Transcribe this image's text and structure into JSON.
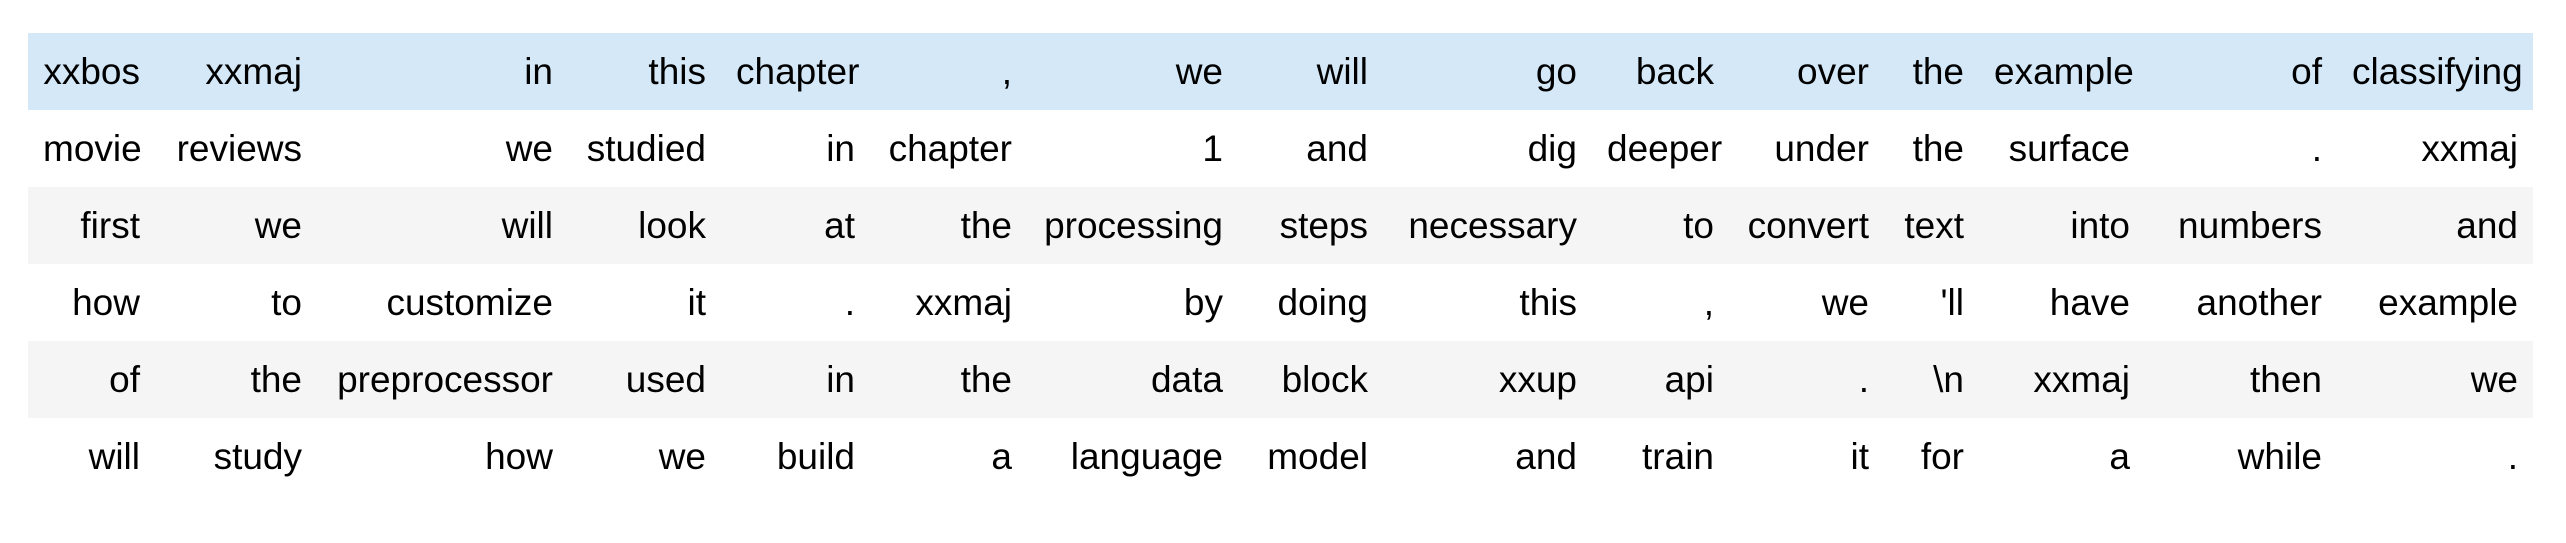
{
  "table": {
    "description": "tokenized-text-output",
    "num_rows": 6,
    "num_cols": 15,
    "rows": [
      {
        "variant": "highlight",
        "cells": [
          "xxbos",
          "xxmaj",
          "in",
          "this",
          "chapter",
          ",",
          "we",
          "will",
          "go",
          "back",
          "over",
          "the",
          "example",
          "of",
          "classifying"
        ]
      },
      {
        "variant": "plain",
        "cells": [
          "movie",
          "reviews",
          "we",
          "studied",
          "in",
          "chapter",
          "1",
          "and",
          "dig",
          "deeper",
          "under",
          "the",
          "surface",
          ".",
          "xxmaj"
        ]
      },
      {
        "variant": "stripe",
        "cells": [
          "first",
          "we",
          "will",
          "look",
          "at",
          "the",
          "processing",
          "steps",
          "necessary",
          "to",
          "convert",
          "text",
          "into",
          "numbers",
          "and"
        ]
      },
      {
        "variant": "plain",
        "cells": [
          "how",
          "to",
          "customize",
          "it",
          ".",
          "xxmaj",
          "by",
          "doing",
          "this",
          ",",
          "we",
          "'ll",
          "have",
          "another",
          "example"
        ]
      },
      {
        "variant": "stripe",
        "cells": [
          "of",
          "the",
          "preprocessor",
          "used",
          "in",
          "the",
          "data",
          "block",
          "xxup",
          "api",
          ".",
          "\\n",
          "xxmaj",
          "then",
          "we"
        ]
      },
      {
        "variant": "plain",
        "cells": [
          "will",
          "study",
          "how",
          "we",
          "build",
          "a",
          "language",
          "model",
          "and",
          "train",
          "it",
          "for",
          "a",
          "while",
          "."
        ]
      }
    ]
  },
  "colors": {
    "highlight_row_bg": "#d4e8f8",
    "stripe_row_bg": "#f5f5f5",
    "plain_row_bg": "#ffffff",
    "text": "#000000",
    "page_bg": "#ffffff"
  }
}
